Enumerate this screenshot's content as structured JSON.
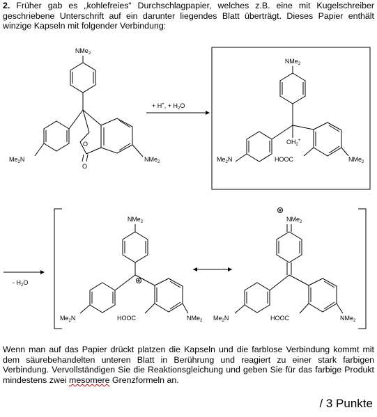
{
  "intro": {
    "number": "2.",
    "text": "Früher gab es „kohlefreies“ Durchschlagpapier, welches z.B. eine mit Kugelschreiber geschriebene Unterschrift auf ein darunter liegendes Blatt überträgt. Dieses Papier enthält winzige Kapseln mit folgender Verbindung:"
  },
  "labels": {
    "nme2": "NMe",
    "me2n": "Me",
    "n_suffix": "N",
    "sub2": "2",
    "O": "O",
    "OH2": "OH",
    "HOOC": "HOOC",
    "plus": "+",
    "charge": "+",
    "arrow1": "+ H",
    "arrow1b": ", + H",
    "arrow1c": "O",
    "arrow2": "- H",
    "arrow2b": "O"
  },
  "outro": {
    "text_a": "Wenn man auf das Papier drückt platzen die Kapseln und die farblose Verbindung kommt mit dem säurebehandelten unteren Blatt in Berührung und reagiert zu einer stark farbigen Verbindung. Vervollständigen Sie die Reaktionsgleichung und geben Sie für das farbige Produkt mindestens zwei ",
    "text_squig": "mesomere",
    "text_b": " Grenzformeln an."
  },
  "points": "/ 3 Punkte"
}
